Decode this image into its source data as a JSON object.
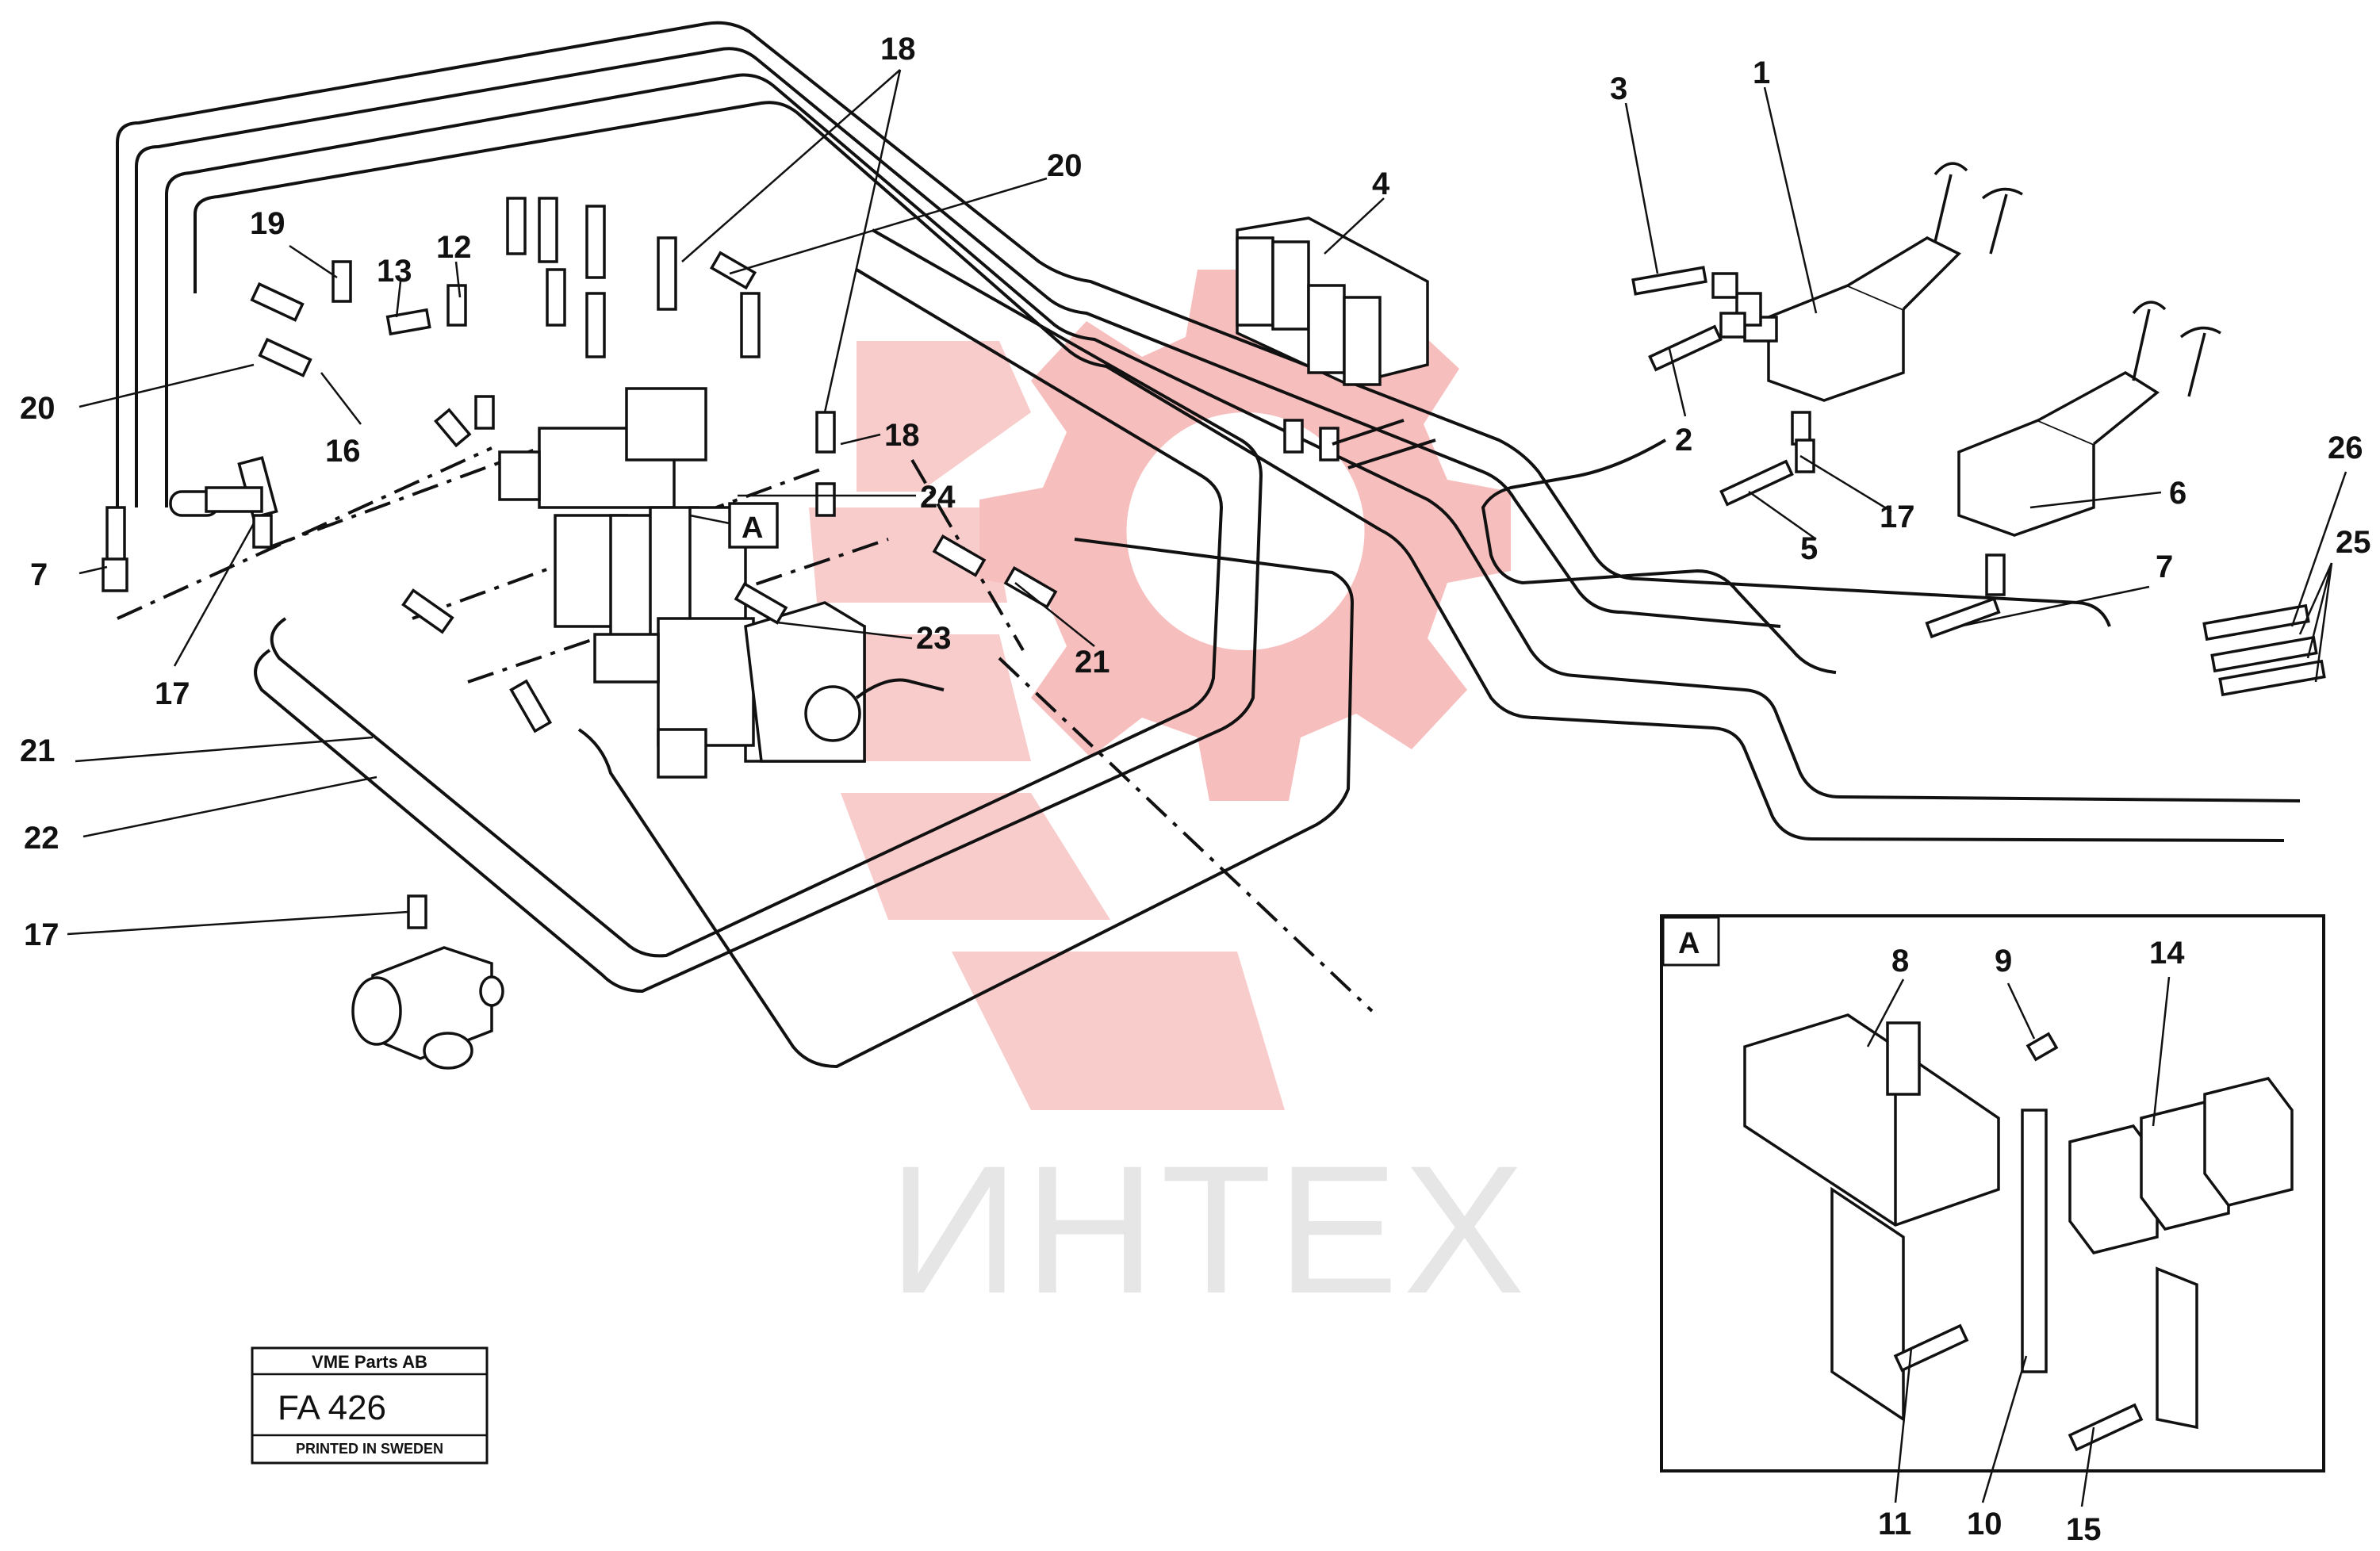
{
  "watermark": {
    "text": "ИНТЕХ",
    "gear_color": "#f4a6a6"
  },
  "title_block": {
    "company": "VME Parts AB",
    "code": "FA 426",
    "printed": "PRINTED IN SWEDEN"
  },
  "detail": {
    "label": "A"
  },
  "callouts": [
    {
      "id": "c18a",
      "text": "18"
    },
    {
      "id": "c20a",
      "text": "20"
    },
    {
      "id": "c19",
      "text": "19"
    },
    {
      "id": "c13",
      "text": "13"
    },
    {
      "id": "c12",
      "text": "12"
    },
    {
      "id": "c20b",
      "text": "20"
    },
    {
      "id": "c16",
      "text": "16"
    },
    {
      "id": "c18b",
      "text": "18"
    },
    {
      "id": "c24",
      "text": "24"
    },
    {
      "id": "c7a",
      "text": "7"
    },
    {
      "id": "c17a",
      "text": "17"
    },
    {
      "id": "c23",
      "text": "23"
    },
    {
      "id": "c21a",
      "text": "21"
    },
    {
      "id": "c21b",
      "text": "21"
    },
    {
      "id": "c22",
      "text": "22"
    },
    {
      "id": "c17b",
      "text": "17"
    },
    {
      "id": "c4",
      "text": "4"
    },
    {
      "id": "c3",
      "text": "3"
    },
    {
      "id": "c1",
      "text": "1"
    },
    {
      "id": "c2",
      "text": "2"
    },
    {
      "id": "c17c",
      "text": "17"
    },
    {
      "id": "c5",
      "text": "5"
    },
    {
      "id": "c6",
      "text": "6"
    },
    {
      "id": "c7b",
      "text": "7"
    },
    {
      "id": "c26",
      "text": "26"
    },
    {
      "id": "c25",
      "text": "25"
    },
    {
      "id": "c8",
      "text": "8"
    },
    {
      "id": "c9",
      "text": "9"
    },
    {
      "id": "c14",
      "text": "14"
    },
    {
      "id": "c11",
      "text": "11"
    },
    {
      "id": "c10",
      "text": "10"
    },
    {
      "id": "c15",
      "text": "15"
    }
  ]
}
